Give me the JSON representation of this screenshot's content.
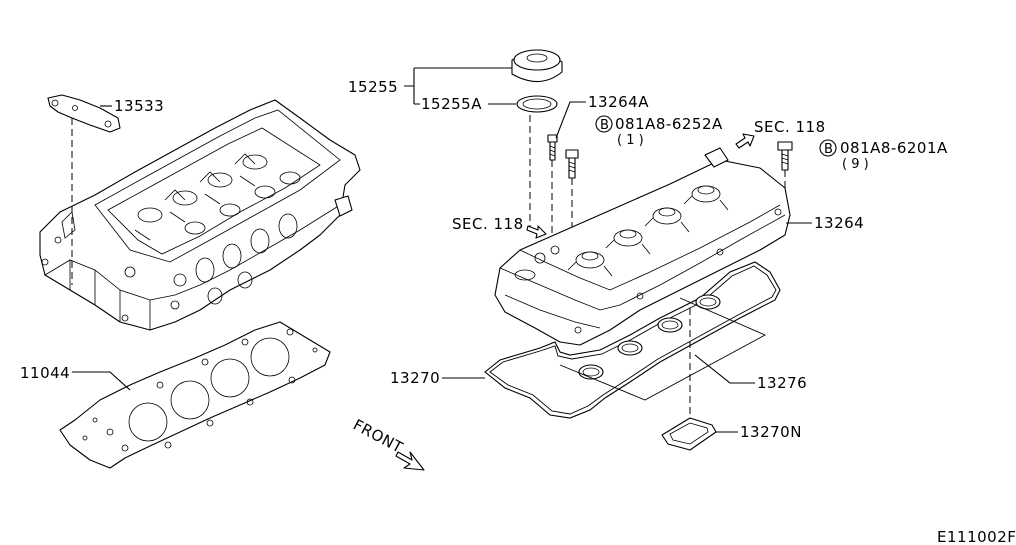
{
  "labels": {
    "p13533": "13533",
    "p15255": "15255",
    "p15255a": "15255A",
    "p13264a": "13264A",
    "bolt1_code": "081A8-6252A",
    "bolt1_qty": "( 1 )",
    "bolt2_code": "081A8-6201A",
    "bolt2_qty": "( 9 )",
    "bolt_symbol": "B",
    "sec118_left": "SEC. 118",
    "sec118_right": "SEC. 118",
    "p13264": "13264",
    "p11044": "11044",
    "p13270": "13270",
    "p13276": "13276",
    "p13270n": "13270N",
    "front": "FRONT",
    "diagram_code": "E111002F"
  }
}
